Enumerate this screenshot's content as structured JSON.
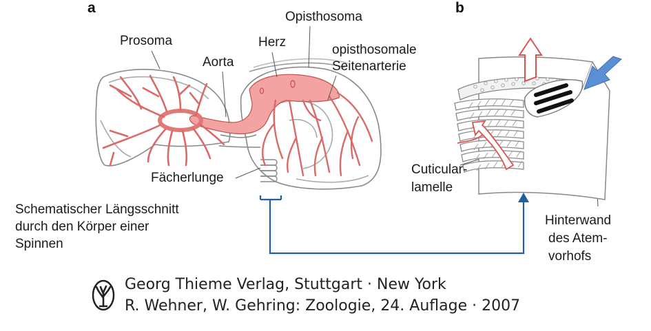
{
  "panels": {
    "a": "a",
    "b": "b"
  },
  "labels": {
    "opisthosoma": "Opisthosoma",
    "prosoma": "Prosoma",
    "herz": "Herz",
    "aorta": "Aorta",
    "seitenarterie_1": "opisthosomale",
    "seitenarterie_2": "Seitenarterie",
    "faecherlunge": "Fächerlunge",
    "cuticular_1": "Cuticular-",
    "cuticular_2": "lamelle",
    "hinterwand_1": "Hinterwand",
    "hinterwand_2": "des Atem-",
    "hinterwand_3": "vorhofs"
  },
  "caption": {
    "line1": "Schematischer Längsschnitt",
    "line2": "durch den Körper einer",
    "line3": "Spinnen"
  },
  "publisher": {
    "line1": "Georg Thieme Verlag, Stuttgart · New York",
    "line2": "R. Wehner, W. Gehring: Zoologie, 24. Auflage · 2007"
  },
  "colors": {
    "vessel_fill": "#f4a3a3",
    "vessel_stroke": "#c0504d",
    "outline": "#777777",
    "connector": "#1f5fa0",
    "air_in_arrow": "#5b8fd4"
  }
}
